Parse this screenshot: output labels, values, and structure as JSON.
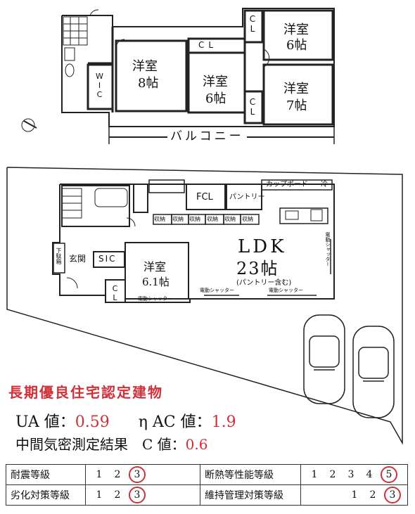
{
  "upper_floor": {
    "rooms": [
      {
        "id": "bed8",
        "name": "洋室",
        "size": "8帖"
      },
      {
        "id": "bed6a",
        "name": "洋室",
        "size": "6帖"
      },
      {
        "id": "bed6b",
        "name": "洋室",
        "size": "6帖"
      },
      {
        "id": "bed7",
        "name": "洋室",
        "size": "7帖"
      }
    ],
    "closets": {
      "cl1": "CL",
      "cl2": "CL",
      "cl3": "CL",
      "wic": "WIC"
    },
    "balcony": "バルコニー"
  },
  "lower_floor": {
    "ldk": {
      "name": "LDK",
      "size": "23帖",
      "note": "(パントリー含む)"
    },
    "bedroom": {
      "name": "洋室",
      "size": "6.1帖"
    },
    "fcl": "FCL",
    "pantry": "パントリー",
    "cupboard": "カップボード",
    "fridge": "冷",
    "entrance": "玄関",
    "shoe_box": "下駄箱",
    "sic": "SIC",
    "cl": "CL",
    "storage": [
      "収納",
      "収納",
      "収納",
      "収納",
      "収納",
      "収納"
    ],
    "shutters": {
      "s1": "電動シャッター",
      "s2": "電動シャッター",
      "s3": "電動シャッター",
      "s4": "電動シャッター"
    }
  },
  "info": {
    "headline": "長期優良住宅認定建物",
    "ua_label": "UA 値：",
    "ua_value": "0.59",
    "eta_label": "η AC 値：",
    "eta_value": "1.9",
    "c_label": "中間気密測定結果　C 値：",
    "c_value": "0.6"
  },
  "grades": [
    {
      "label": "耐震等級",
      "levels": [
        "1",
        "2",
        "3"
      ],
      "selected": "3"
    },
    {
      "label": "断熱等性能等級",
      "levels": [
        "1",
        "2",
        "3",
        "4",
        "5"
      ],
      "selected": "5"
    },
    {
      "label": "劣化対策等級",
      "levels": [
        "1",
        "2",
        "3"
      ],
      "selected": "3"
    },
    {
      "label": "維持管理対策等級",
      "levels": [
        "1",
        "2",
        "3"
      ],
      "selected": "3"
    }
  ],
  "colors": {
    "accent": "#d0303a",
    "line": "#222222"
  }
}
